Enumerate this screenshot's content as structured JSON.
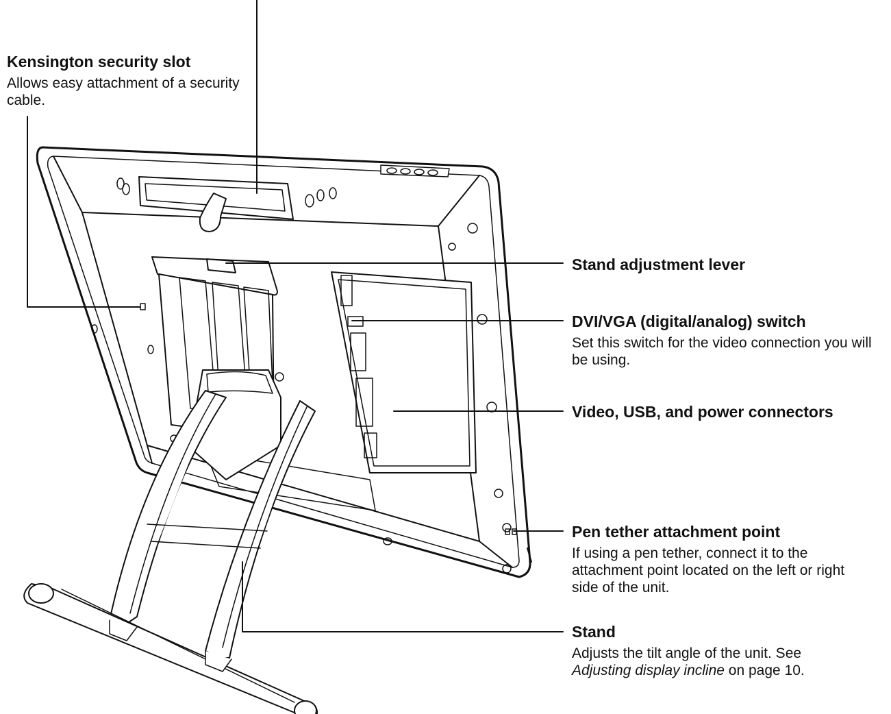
{
  "callouts": {
    "kensington": {
      "title": "Kensington security slot",
      "desc": "Allows easy attachment of a security cable."
    },
    "stand_lever": {
      "title": "Stand adjustment lever"
    },
    "dvi_switch": {
      "title": "DVI/VGA (digital/analog) switch",
      "desc": "Set this switch for the video connection you will be using."
    },
    "connectors": {
      "title": "Video, USB, and power connectors"
    },
    "pen_tether": {
      "title": "Pen tether attachment point",
      "desc": "If using a pen tether, connect it to the attachment point located on the left or right side of the unit."
    },
    "stand": {
      "title": "Stand",
      "desc_before": "Adjusts the tilt angle of the unit. See ",
      "desc_link": "Adjusting display incline",
      "desc_after": " on page 10."
    }
  },
  "colors": {
    "ink": "#111111",
    "panel_fill": "#ffffff",
    "panel_shade": "#f2f2f2"
  }
}
